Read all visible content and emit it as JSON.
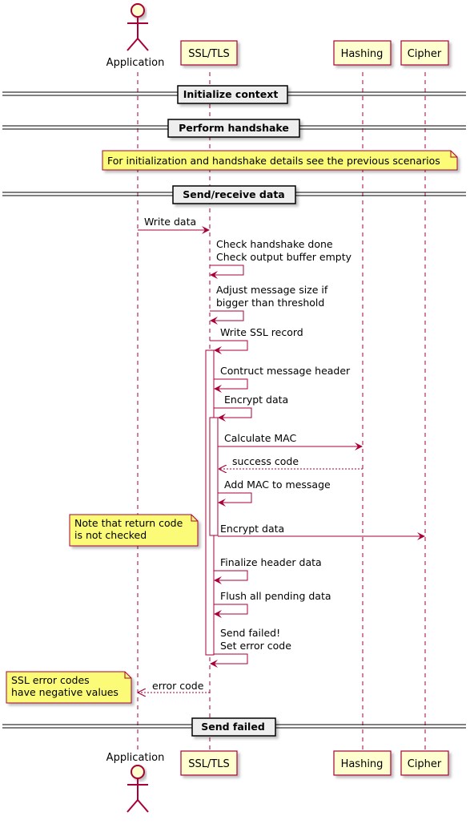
{
  "participants": {
    "application": "Application",
    "ssl": "SSL/TLS",
    "hashing": "Hashing",
    "cipher": "Cipher"
  },
  "dividers": {
    "init": "Initialize context",
    "handshake": "Perform handshake",
    "send_receive": "Send/receive data",
    "send_failed": "Send failed"
  },
  "notes": {
    "handshake_details": "For initialization and handshake details see the previous scenarios",
    "return_code_1": "Note that return code",
    "return_code_2": "is not checked",
    "ssl_errors_1": "SSL error codes",
    "ssl_errors_2": "have negative values"
  },
  "messages": {
    "write_data": "Write data",
    "check_handshake": "Check handshake done",
    "check_output": "Check output buffer empty",
    "adjust_1": "Adjust message size if",
    "adjust_2": "bigger than threshold",
    "write_record": "Write SSL record",
    "contruct_header": "Contruct message header",
    "encrypt_data_self": "Encrypt data",
    "calculate_mac": "Calculate MAC",
    "success_code": "success code",
    "add_mac": "Add MAC to message",
    "encrypt_data_cipher": "Encrypt data",
    "finalize_header": "Finalize header data",
    "flush": "Flush all pending data",
    "send_failed_1": "Send failed!",
    "send_failed_2": "Set error code",
    "error_code": "error code"
  },
  "colors": {
    "arrow": "#a80036",
    "participant_fill": "#fefece",
    "note_fill": "#fbfb77",
    "divider_fill": "#eeeeee",
    "lifeline": "#a80036"
  }
}
